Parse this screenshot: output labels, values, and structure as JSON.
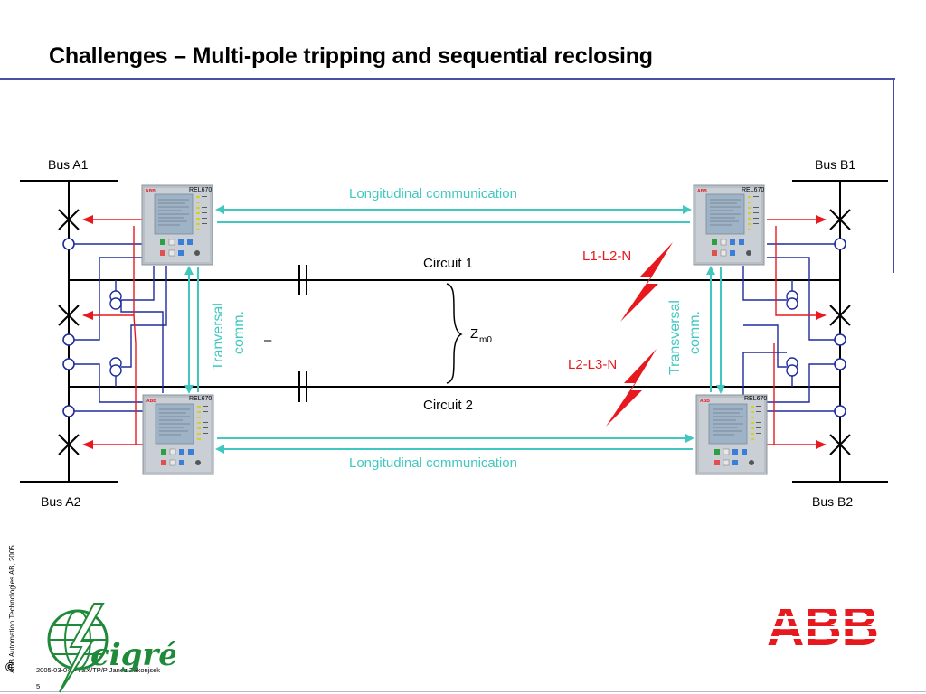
{
  "slide": {
    "title": "Challenges – Multi-pole tripping and sequential reclosing",
    "copyright_symbol": "©",
    "copyright_text": "ABB Automation Technologies AB, 2005",
    "footer_ref": "2005-03-04 PTSX/TP/P Janez Zakonjsek",
    "page_number": "5"
  },
  "diagram": {
    "bus_a1": "Bus A1",
    "bus_b1": "Bus B1",
    "bus_a2": "Bus A2",
    "bus_b2": "Bus B2",
    "circuit_1": "Circuit 1",
    "circuit_2": "Circuit 2",
    "longitudinal_top": "Longitudinal communication",
    "longitudinal_bottom": "Longitudinal communication",
    "transversal_left_1": "Tranversal",
    "transversal_left_2": "comm.",
    "transversal_right_1": "Transversal",
    "transversal_right_2": "comm.",
    "fault_1": "L1-L2-N",
    "fault_2": "L2-L3-N",
    "zm0_main": "Z",
    "zm0_sub": "m0",
    "minus": "–",
    "relay_label": "REL670",
    "relay_brand": "ABB"
  },
  "logos": {
    "abb": "ABB",
    "cigre": "cigré"
  },
  "colors": {
    "frame": "#4a4fa3",
    "communication": "#40c8c0",
    "trip": "#e8191e",
    "ct_wiring": "#1e2c9c",
    "fault_text": "#e8191e",
    "abb_red": "#e8191e",
    "cigre_green": "#1f8a3a"
  }
}
